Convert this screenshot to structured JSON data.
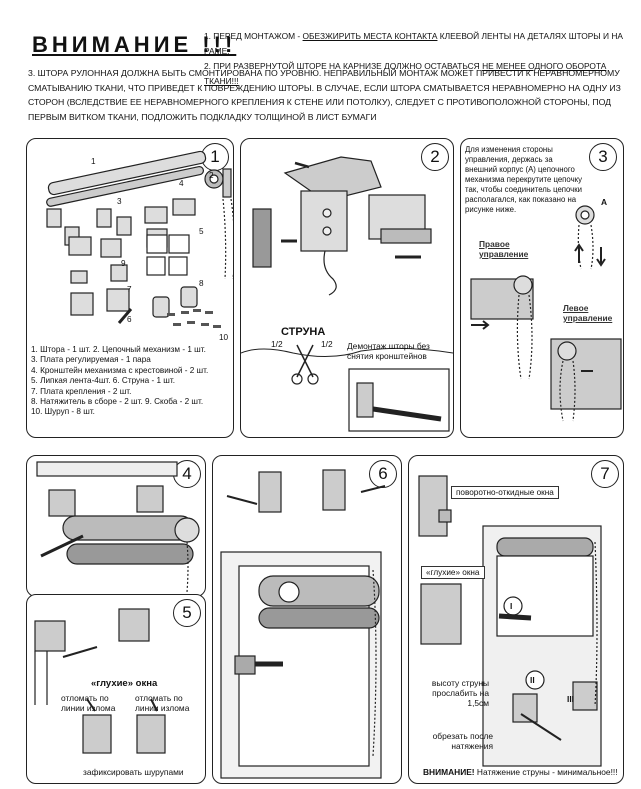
{
  "header": {
    "title": "ВНИМАНИЕ !!!",
    "note1_a": "1. ПЕРЕД МОНТАЖОМ - ",
    "note1_b": "ОБЕЗЖИРИТЬ МЕСТА КОНТАКТА",
    "note1_c": " КЛЕЕВОЙ ЛЕНТЫ НА ДЕТАЛЯХ ШТОРЫ И НА РАМЕ.",
    "note2_a": "2. ПРИ РАЗВЕРНУТОЙ ШТОРЕ НА КАРНИЗЕ ДОЛЖНО ОСТАВАТЬСЯ ",
    "note2_b": "НЕ МЕНЕЕ ОДНОГО ОБОРОТА ТКАНИ!!!"
  },
  "intro": "3. ШТОРА РУЛОННАЯ ДОЛЖНА БЫТЬ СМОНТИРОВАНА ПО УРОВНЮ. НЕПРАВИЛЬНЫЙ МОНТАЖ МОЖЕТ ПРИВЕСТИ К НЕРАВНОМЕРНОМУ СМАТЫВАНИЮ ТКАНИ, ЧТО ПРИВЕДЕТ К ПОВРЕЖДЕНИЮ ШТОРЫ. В СЛУЧАЕ, ЕСЛИ ШТОРА СМАТЫВАЕТСЯ НЕРАВНОМЕРНО НА ОДНУ ИЗ СТОРОН (ВСЛЕДСТВИЕ ЕЕ НЕРАВНОМЕРНОГО КРЕПЛЕНИЯ К СТЕНЕ ИЛИ ПОТОЛКУ), СЛЕДУЕТ С ПРОТИВОПОЛОЖНОЙ СТОРОНЫ, ПОД ПЕРВЫМ ВИТКОМ ТКАНИ, ПОДЛОЖИТЬ ПОДКЛАДКУ ТОЛЩИНОЙ В ЛИСТ БУМАГИ",
  "panel1": {
    "num": "1",
    "labels": [
      "1",
      "2",
      "3",
      "4",
      "5",
      "6",
      "7",
      "8",
      "9",
      "10"
    ],
    "parts": [
      "1. Штора - 1 шт. 2. Цепочный механизм - 1 шт.",
      "3. Плата регулируемая - 1 пара",
      "4. Кронштейн механизма с крестовиной - 2 шт.",
      "5. Липкая лента-4шт. 6. Струна - 1 шт.",
      "7. Плата крепления - 2 шт.",
      "8. Натяжитель в сборе - 2 шт. 9. Скоба - 2 шт.",
      "10. Шуруп - 8 шт."
    ]
  },
  "panel2": {
    "num": "2",
    "struna": "СТРУНА",
    "half": "1/2",
    "demount": "Демонтаж шторы без снятия кронштейнов"
  },
  "panel3": {
    "num": "3",
    "text": "Для изменения стороны управления, держась за внешний корпус (А) цепочного механизма перекрутите цепочку так, чтобы соединитель цепочки располагался, как показано на рисунке ниже.",
    "letter": "A",
    "right": "Правое управление",
    "left": "Левое управление"
  },
  "panel4": {
    "num": "4"
  },
  "panel5": {
    "num": "5",
    "title": "«глухие» окна",
    "break_left": "отломать по линии излома",
    "break_right": "отломать по линии излома",
    "fix": "зафиксировать шурупами"
  },
  "panel6": {
    "num": "6"
  },
  "panel7": {
    "num": "7",
    "tilt": "поворотно-откидные окна",
    "blind": "«глухие» окна",
    "roman1": "I",
    "roman2": "II",
    "roman3": "III",
    "height": "высоту струны прослабить на 1,5см",
    "cut": "обрезать после натяжения",
    "warn_a": "ВНИМАНИЕ!",
    "warn_b": " Натяжение струны - минимальное!!!"
  }
}
